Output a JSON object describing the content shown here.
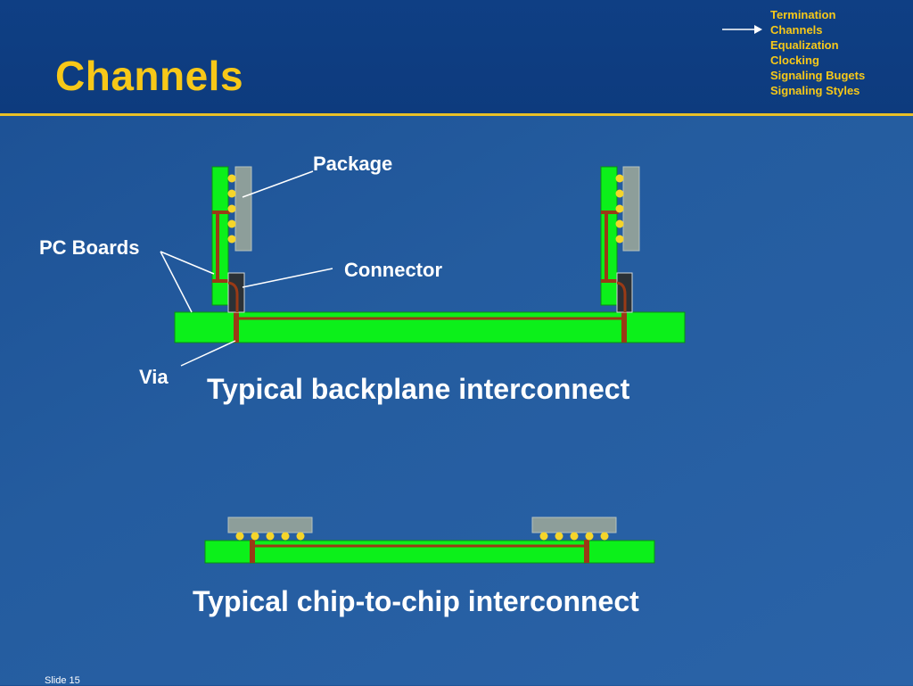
{
  "slide": {
    "title": "Channels",
    "slide_number": "Slide 15"
  },
  "topics": {
    "items": [
      "Termination",
      "Channels",
      "Equalization",
      "Clocking",
      "Signaling Bugets",
      "Signaling Styles"
    ],
    "current": "Channels"
  },
  "diagram": {
    "labels": {
      "package": "Package",
      "pc_boards": "PC Boards",
      "connector": "Connector",
      "via": "Via"
    },
    "captions": {
      "backplane": "Typical backplane interconnect",
      "chip_to_chip": "Typical chip-to-chip interconnect"
    }
  },
  "colors": {
    "background": "#245c9f",
    "header": "#0f3f84",
    "accent_yellow": "#f7c818",
    "board_green": "#0cf01a",
    "trace_brown": "#9a3a15",
    "package_gray": "#8d9e9a",
    "solder_ball": "#f5d52a",
    "connector_dark": "#2b3136"
  }
}
